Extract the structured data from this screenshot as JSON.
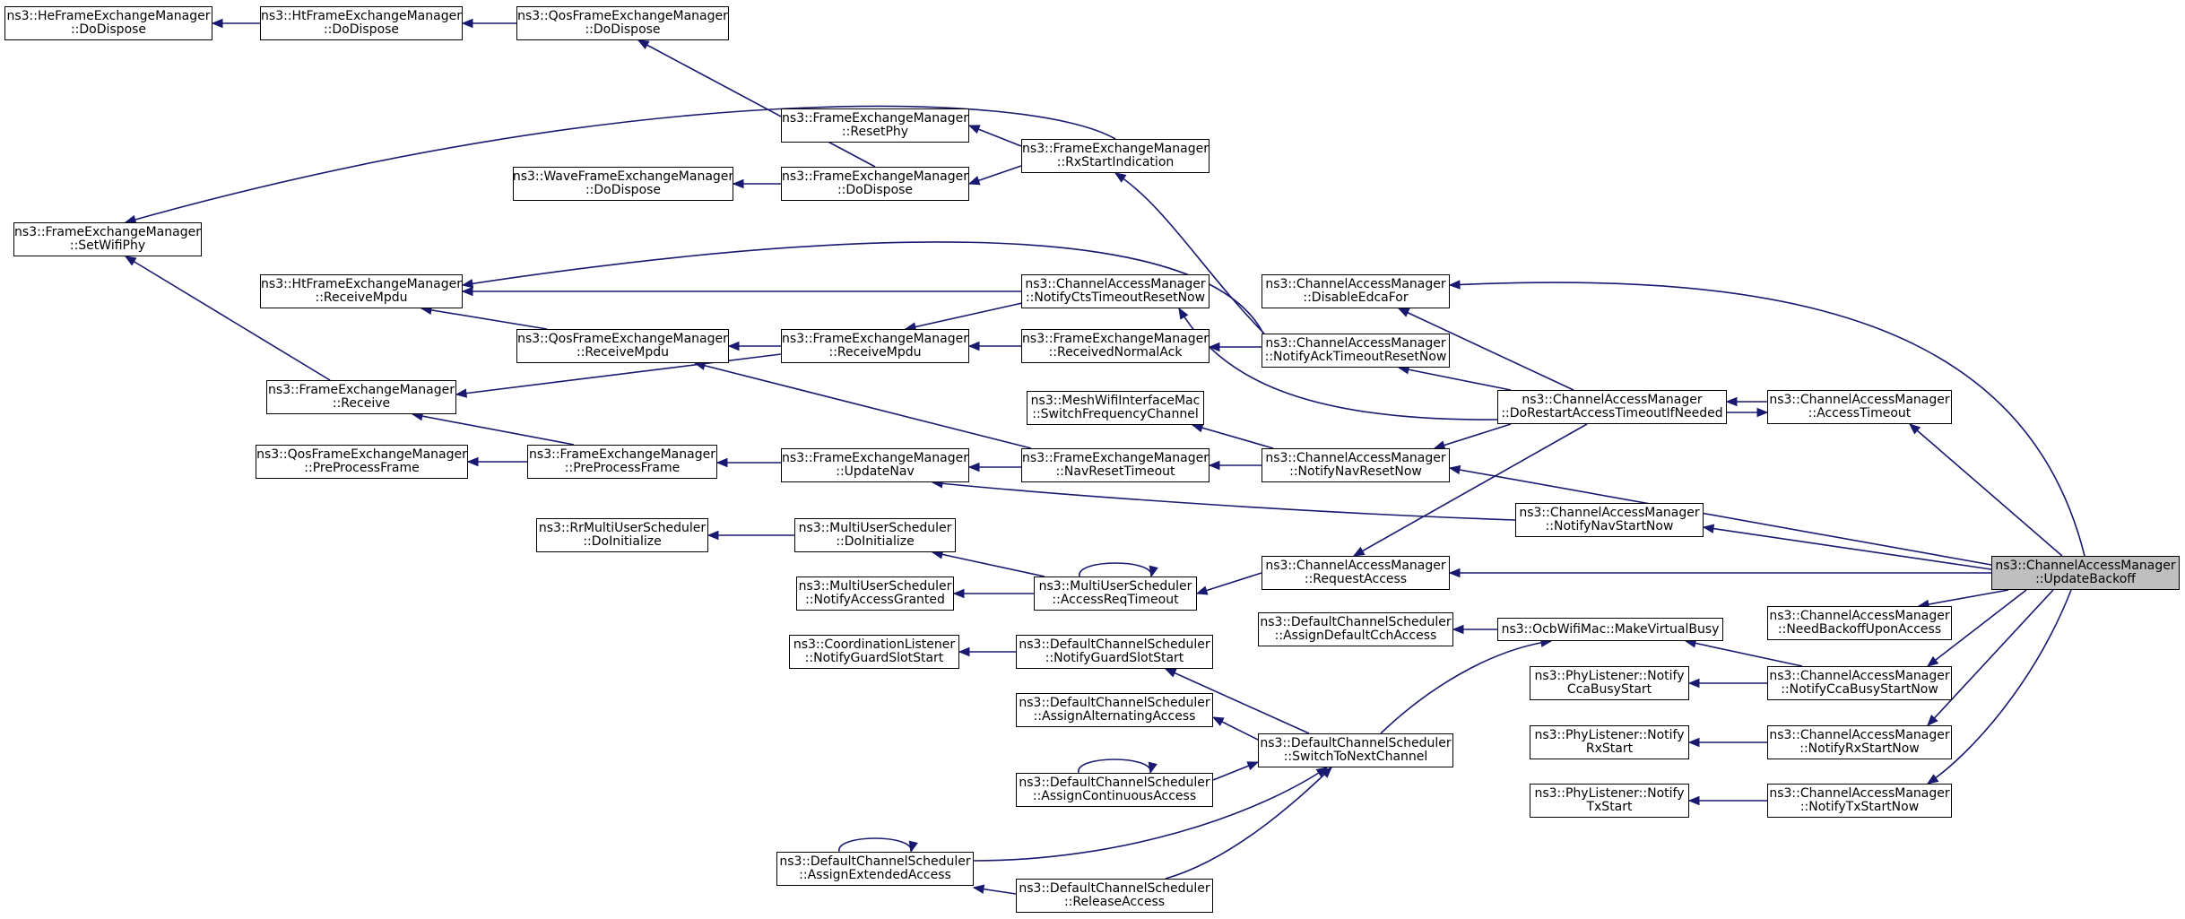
{
  "colors": {
    "edge": "#191970",
    "node_border": "#000000",
    "node_fill": "#ffffff",
    "highlight_fill": "#bfbfbf"
  },
  "nodes": {
    "n_he_dispose": [
      "ns3::HeFrameExchangeManager",
      "::DoDispose"
    ],
    "n_ht_dispose": [
      "ns3::HtFrameExchangeManager",
      "::DoDispose"
    ],
    "n_qos_dispose": [
      "ns3::QosFrameExchangeManager",
      "::DoDispose"
    ],
    "n_fem_resetphy": [
      "ns3::FrameExchangeManager",
      "::ResetPhy"
    ],
    "n_fem_rxstart": [
      "ns3::FrameExchangeManager",
      "::RxStartIndication"
    ],
    "n_wave_dispose": [
      "ns3::WaveFrameExchangeManager",
      "::DoDispose"
    ],
    "n_fem_dispose": [
      "ns3::FrameExchangeManager",
      "::DoDispose"
    ],
    "n_fem_setwifiphy": [
      "ns3::FrameExchangeManager",
      "::SetWifiPhy"
    ],
    "n_ht_receivempdu": [
      "ns3::HtFrameExchangeManager",
      "::ReceiveMpdu"
    ],
    "n_cam_ctsreset": [
      "ns3::ChannelAccessManager",
      "::NotifyCtsTimeoutResetNow"
    ],
    "n_cam_disableedca": [
      "ns3::ChannelAccessManager",
      "::DisableEdcaFor"
    ],
    "n_qos_receivempdu": [
      "ns3::QosFrameExchangeManager",
      "::ReceiveMpdu"
    ],
    "n_fem_receivempdu": [
      "ns3::FrameExchangeManager",
      "::ReceiveMpdu"
    ],
    "n_fem_recvnormalack": [
      "ns3::FrameExchangeManager",
      "::ReceivedNormalAck"
    ],
    "n_cam_ackreset": [
      "ns3::ChannelAccessManager",
      "::NotifyAckTimeoutResetNow"
    ],
    "n_cam_dorestart": [
      "ns3::ChannelAccessManager",
      "::DoRestartAccessTimeoutIfNeeded"
    ],
    "n_cam_accesstimeout": [
      "ns3::ChannelAccessManager",
      "::AccessTimeout"
    ],
    "n_fem_receive": [
      "ns3::FrameExchangeManager",
      "::Receive"
    ],
    "n_mesh_switchfreq": [
      "ns3::MeshWifiInterfaceMac",
      "::SwitchFrequencyChannel"
    ],
    "n_qos_preprocess": [
      "ns3::QosFrameExchangeManager",
      "::PreProcessFrame"
    ],
    "n_fem_preprocess": [
      "ns3::FrameExchangeManager",
      "::PreProcessFrame"
    ],
    "n_fem_updatenav": [
      "ns3::FrameExchangeManager",
      "::UpdateNav"
    ],
    "n_fem_navreset": [
      "ns3::FrameExchangeManager",
      "::NavResetTimeout"
    ],
    "n_cam_navresetnow": [
      "ns3::ChannelAccessManager",
      "::NotifyNavResetNow"
    ],
    "n_cam_navstartnow": [
      "ns3::ChannelAccessManager",
      "::NotifyNavStartNow"
    ],
    "n_rr_doinit": [
      "ns3::RrMultiUserScheduler",
      "::DoInitialize"
    ],
    "n_mus_doinit": [
      "ns3::MultiUserScheduler",
      "::DoInitialize"
    ],
    "n_cam_requestaccess": [
      "ns3::ChannelAccessManager",
      "::RequestAccess"
    ],
    "n_cam_updatebackoff": [
      "ns3::ChannelAccessManager",
      "::UpdateBackoff"
    ],
    "n_mus_notifygranted": [
      "ns3::MultiUserScheduler",
      "::NotifyAccessGranted"
    ],
    "n_mus_accessreq": [
      "ns3::MultiUserScheduler",
      "::AccessReqTimeout"
    ],
    "n_cam_needbackoff": [
      "ns3::ChannelAccessManager",
      "::NeedBackoffUponAccess"
    ],
    "n_dcs_assigndefaultcch": [
      "ns3::DefaultChannelScheduler",
      "::AssignDefaultCchAccess"
    ],
    "n_ocb_makevirtualbusy": [
      "ns3::OcbWifiMac::MakeVirtualBusy"
    ],
    "n_coord_guardslot": [
      "ns3::CoordinationListener",
      "::NotifyGuardSlotStart"
    ],
    "n_dcs_guardslot": [
      "ns3::DefaultChannelScheduler",
      "::NotifyGuardSlotStart"
    ],
    "n_phy_ccabusy": [
      "ns3::PhyListener::Notify",
      "CcaBusyStart"
    ],
    "n_cam_ccabusy": [
      "ns3::ChannelAccessManager",
      "::NotifyCcaBusyStartNow"
    ],
    "n_dcs_assignalt": [
      "ns3::DefaultChannelScheduler",
      "::AssignAlternatingAccess"
    ],
    "n_dcs_switchnext": [
      "ns3::DefaultChannelScheduler",
      "::SwitchToNextChannel"
    ],
    "n_phy_rxstart": [
      "ns3::PhyListener::Notify",
      "RxStart"
    ],
    "n_cam_rxstart": [
      "ns3::ChannelAccessManager",
      "::NotifyRxStartNow"
    ],
    "n_dcs_assigncont": [
      "ns3::DefaultChannelScheduler",
      "::AssignContinuousAccess"
    ],
    "n_phy_txstart": [
      "ns3::PhyListener::Notify",
      "TxStart"
    ],
    "n_cam_txstart": [
      "ns3::ChannelAccessManager",
      "::NotifyTxStartNow"
    ],
    "n_dcs_assignext": [
      "ns3::DefaultChannelScheduler",
      "::AssignExtendedAccess"
    ],
    "n_dcs_release": [
      "ns3::DefaultChannelScheduler",
      "::ReleaseAccess"
    ]
  }
}
